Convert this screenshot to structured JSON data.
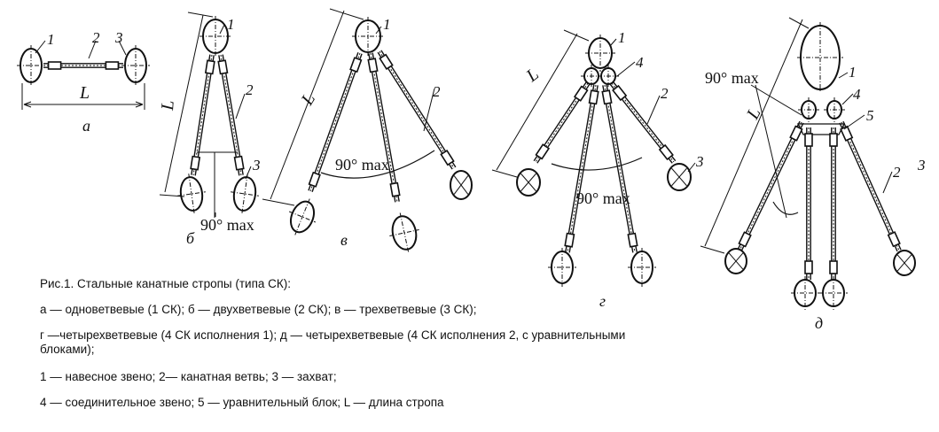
{
  "diagram": {
    "labels": {
      "n1": "1",
      "n2": "2",
      "n3": "3",
      "n4": "4",
      "n5": "5",
      "length": "L",
      "angle": "90° max"
    },
    "subfigures": {
      "a": "а",
      "b": "б",
      "v": "в",
      "g": "г",
      "d": "д"
    }
  },
  "caption": {
    "title": "Рис.1. Стальные канатные стропы (типа СК):",
    "line1": "а — одноветвевые (1 СК); б — двухветвевые (2 СК); в — трехветвевые (3 СК);",
    "line2": " г —четырехветвевые (4 СК исполнения 1); д — четырехветвевые (4 СК исполнения 2, с уравнительными блоками);",
    "line3": "1 — навесное звено; 2— канатная ветвь; 3 — захват;",
    "line4": "4 — соединительное звено; 5 — уравнительный блок; L — длина стропа"
  }
}
